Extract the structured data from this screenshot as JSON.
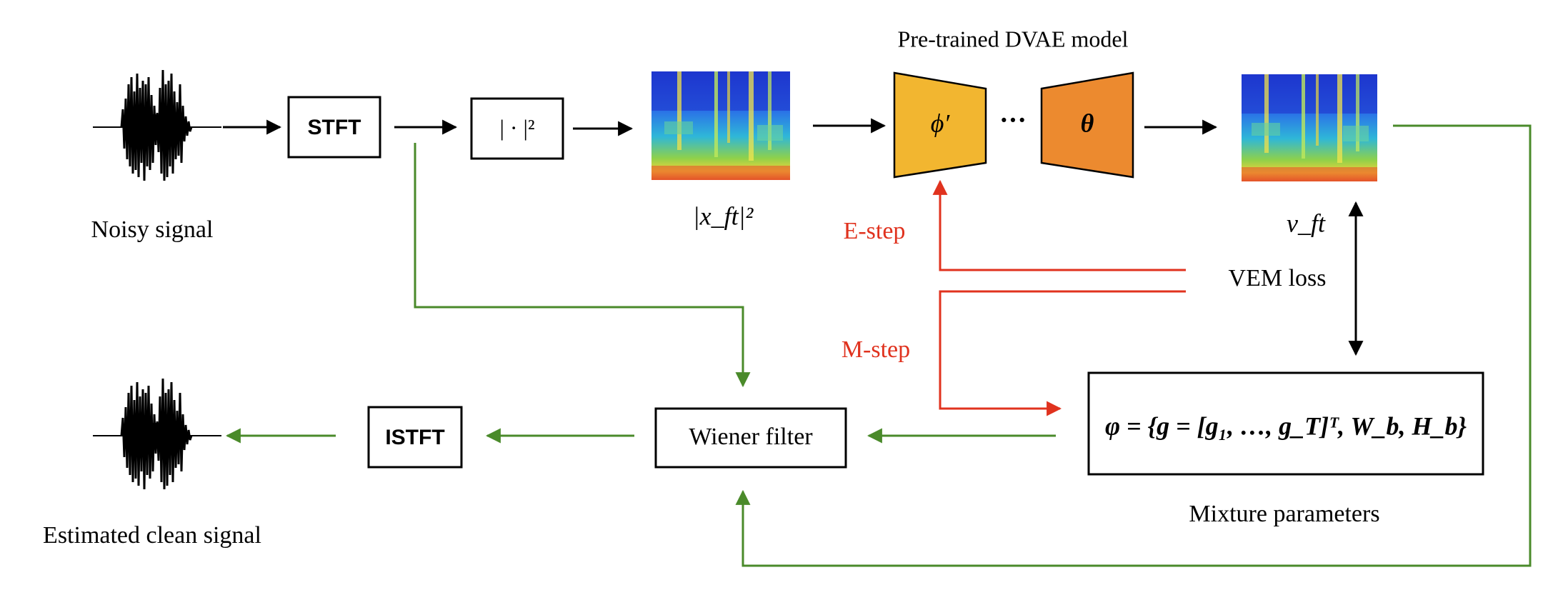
{
  "labels": {
    "noisy_signal": "Noisy signal",
    "estimated_clean_signal": "Estimated clean signal",
    "pretrained_title": "Pre-trained DVAE model",
    "spectrogram_in": "|x_ft|²",
    "spectrogram_out": "v_ft",
    "vem_loss": "VEM loss",
    "e_step": "E-step",
    "m_step": "M-step",
    "mixture_parameters": "Mixture parameters"
  },
  "boxes": {
    "stft": "STFT",
    "power": "| · |²",
    "istft": "ISTFT",
    "wiener": "Wiener filter",
    "encoder": "ϕ′",
    "decoder": "θ",
    "ellipsis": "···",
    "mixture_formula": "φ = {g = [g₁, …, g_T]ᵀ, W_b, H_b}"
  },
  "colors": {
    "green_arrow": "#4a8a2a",
    "red_arrow": "#e0321e",
    "red_text": "#e0321e",
    "encoder_fill": "#f2b630",
    "decoder_fill": "#ec8a2f",
    "black": "#000000"
  }
}
